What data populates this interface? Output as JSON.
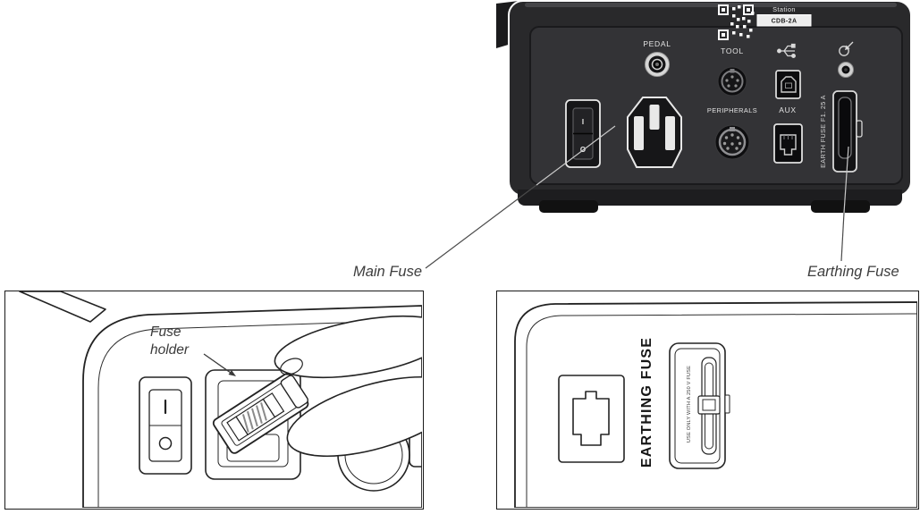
{
  "callouts": {
    "main_fuse": "Main Fuse",
    "earthing_fuse": "Earthing Fuse"
  },
  "rear_panel": {
    "station_label": "Station",
    "model": "CDB-2A",
    "pedal": "PEDAL",
    "tool": "TOOL",
    "peripherals": "PERIPHERALS",
    "aux": "AUX",
    "earth_fuse": "EARTH FUSE F1. 25 A",
    "switch_on": "I",
    "switch_off": "O"
  },
  "left_detail": {
    "label_line1": "Fuse",
    "label_line2": "holder"
  },
  "right_detail": {
    "title": "EARTHING FUSE",
    "warning": "USE ONLY WITH A 250 V FUSE"
  },
  "colors": {
    "body": "#2a2a2c",
    "panel": "#333336",
    "line_art": "#232323",
    "callout": "#3d3d3d"
  }
}
